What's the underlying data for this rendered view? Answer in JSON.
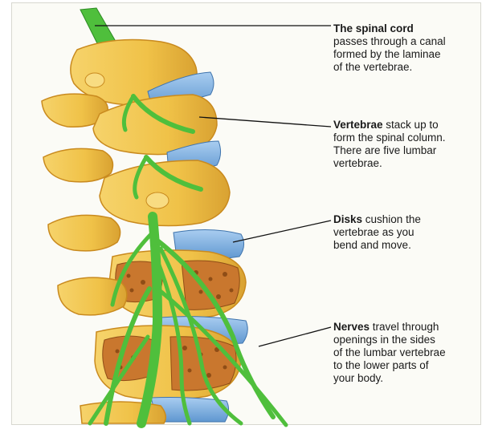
{
  "callouts": {
    "spinal_cord": {
      "term": "The spinal cord",
      "lines": [
        "passes through a canal",
        "formed by the laminae",
        "of the vertebrae."
      ]
    },
    "vertebrae": {
      "term": "Vertebrae",
      "first_rest": " stack up to",
      "lines": [
        "form the spinal column.",
        "There are five lumbar",
        "vertebrae."
      ]
    },
    "disks": {
      "term": "Disks",
      "first_rest": " cushion the",
      "lines": [
        "vertebrae as you",
        "bend and move."
      ]
    },
    "nerves": {
      "term": "Nerves",
      "first_rest": " travel through",
      "lines": [
        "openings in the sides",
        "of the lumbar vertebrae",
        "to the lower parts of",
        "your body."
      ]
    }
  },
  "colors": {
    "bone": "#f0c248",
    "bone_shadow": "#c98a1e",
    "disk": "#7aaede",
    "nerve": "#4fbf3c",
    "marrow": "#c9772e"
  }
}
